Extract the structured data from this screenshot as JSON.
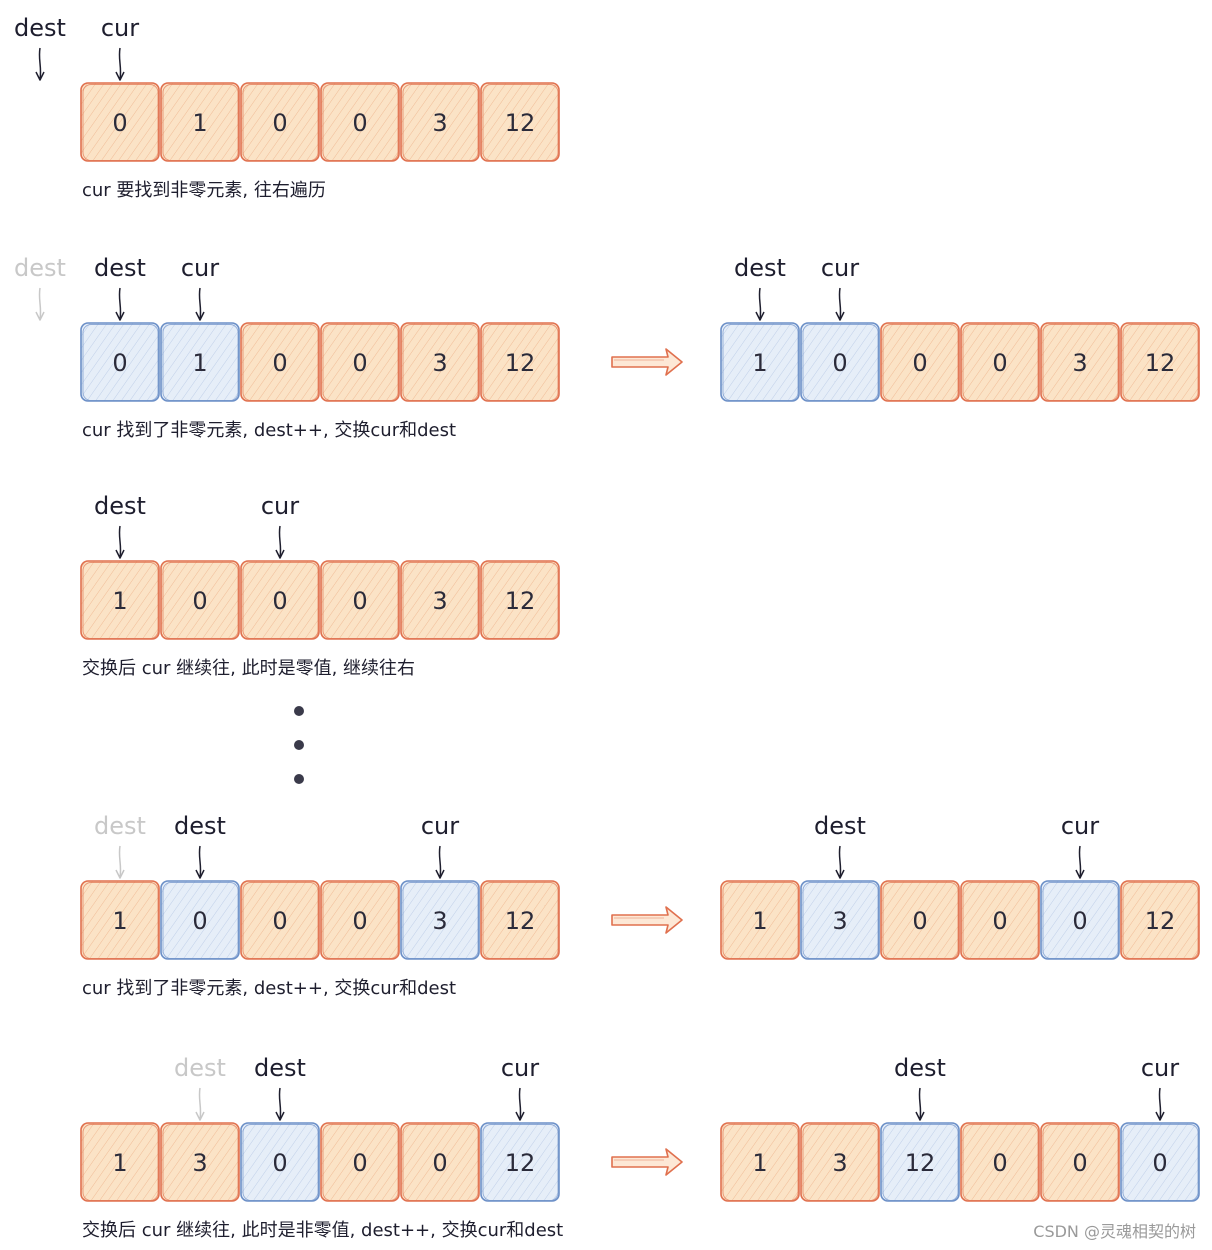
{
  "colors": {
    "orange_stroke": "#e0704e",
    "orange_fill": "#fbe3c6",
    "blue_stroke": "#6b8fc7",
    "blue_fill": "#e6eef8",
    "text": "#1e1e2e",
    "faded": "#c8c8c8",
    "arrow": "#e0704e"
  },
  "steps": [
    {
      "before": {
        "cells": [
          {
            "value": "0",
            "hl": false
          },
          {
            "value": "1",
            "hl": false
          },
          {
            "value": "0",
            "hl": false
          },
          {
            "value": "0",
            "hl": false
          },
          {
            "value": "3",
            "hl": false
          },
          {
            "value": "12",
            "hl": false
          }
        ],
        "pointers": [
          {
            "label": "dest",
            "index": -1,
            "faded": false
          },
          {
            "label": "cur",
            "index": 0,
            "faded": false
          }
        ]
      },
      "caption": "cur 要找到非零元素, 往右遍历"
    },
    {
      "before": {
        "cells": [
          {
            "value": "0",
            "hl": true
          },
          {
            "value": "1",
            "hl": true
          },
          {
            "value": "0",
            "hl": false
          },
          {
            "value": "0",
            "hl": false
          },
          {
            "value": "3",
            "hl": false
          },
          {
            "value": "12",
            "hl": false
          }
        ],
        "pointers": [
          {
            "label": "dest",
            "index": -1,
            "faded": true
          },
          {
            "label": "dest",
            "index": 0,
            "faded": false
          },
          {
            "label": "cur",
            "index": 1,
            "faded": false
          }
        ]
      },
      "after": {
        "cells": [
          {
            "value": "1",
            "hl": true
          },
          {
            "value": "0",
            "hl": true
          },
          {
            "value": "0",
            "hl": false
          },
          {
            "value": "0",
            "hl": false
          },
          {
            "value": "3",
            "hl": false
          },
          {
            "value": "12",
            "hl": false
          }
        ],
        "pointers": [
          {
            "label": "dest",
            "index": 0,
            "faded": false
          },
          {
            "label": "cur",
            "index": 1,
            "faded": false
          }
        ]
      },
      "caption": "cur 找到了非零元素, dest++, 交换cur和dest"
    },
    {
      "before": {
        "cells": [
          {
            "value": "1",
            "hl": false
          },
          {
            "value": "0",
            "hl": false
          },
          {
            "value": "0",
            "hl": false
          },
          {
            "value": "0",
            "hl": false
          },
          {
            "value": "3",
            "hl": false
          },
          {
            "value": "12",
            "hl": false
          }
        ],
        "pointers": [
          {
            "label": "dest",
            "index": 0,
            "faded": false
          },
          {
            "label": "cur",
            "index": 2,
            "faded": false
          }
        ]
      },
      "caption": "交换后 cur 继续往, 此时是零值, 继续往右"
    },
    {
      "before": {
        "cells": [
          {
            "value": "1",
            "hl": false
          },
          {
            "value": "0",
            "hl": true
          },
          {
            "value": "0",
            "hl": false
          },
          {
            "value": "0",
            "hl": false
          },
          {
            "value": "3",
            "hl": true
          },
          {
            "value": "12",
            "hl": false
          }
        ],
        "pointers": [
          {
            "label": "dest",
            "index": 0,
            "faded": true
          },
          {
            "label": "dest",
            "index": 1,
            "faded": false
          },
          {
            "label": "cur",
            "index": 4,
            "faded": false
          }
        ]
      },
      "after": {
        "cells": [
          {
            "value": "1",
            "hl": false
          },
          {
            "value": "3",
            "hl": true
          },
          {
            "value": "0",
            "hl": false
          },
          {
            "value": "0",
            "hl": false
          },
          {
            "value": "0",
            "hl": true
          },
          {
            "value": "12",
            "hl": false
          }
        ],
        "pointers": [
          {
            "label": "dest",
            "index": 1,
            "faded": false
          },
          {
            "label": "cur",
            "index": 4,
            "faded": false
          }
        ]
      },
      "caption": "cur 找到了非零元素, dest++, 交换cur和dest"
    },
    {
      "before": {
        "cells": [
          {
            "value": "1",
            "hl": false
          },
          {
            "value": "3",
            "hl": false
          },
          {
            "value": "0",
            "hl": true
          },
          {
            "value": "0",
            "hl": false
          },
          {
            "value": "0",
            "hl": false
          },
          {
            "value": "12",
            "hl": true
          }
        ],
        "pointers": [
          {
            "label": "dest",
            "index": 1,
            "faded": true
          },
          {
            "label": "dest",
            "index": 2,
            "faded": false
          },
          {
            "label": "cur",
            "index": 5,
            "faded": false
          }
        ]
      },
      "after": {
        "cells": [
          {
            "value": "1",
            "hl": false
          },
          {
            "value": "3",
            "hl": false
          },
          {
            "value": "12",
            "hl": true
          },
          {
            "value": "0",
            "hl": false
          },
          {
            "value": "0",
            "hl": false
          },
          {
            "value": "0",
            "hl": true
          }
        ],
        "pointers": [
          {
            "label": "dest",
            "index": 2,
            "faded": false
          },
          {
            "label": "cur",
            "index": 5,
            "faded": false
          }
        ]
      },
      "caption": "交换后 cur 继续往, 此时是非零值, dest++, 交换cur和dest"
    }
  ],
  "watermark": "CSDN @灵魂相契的树"
}
